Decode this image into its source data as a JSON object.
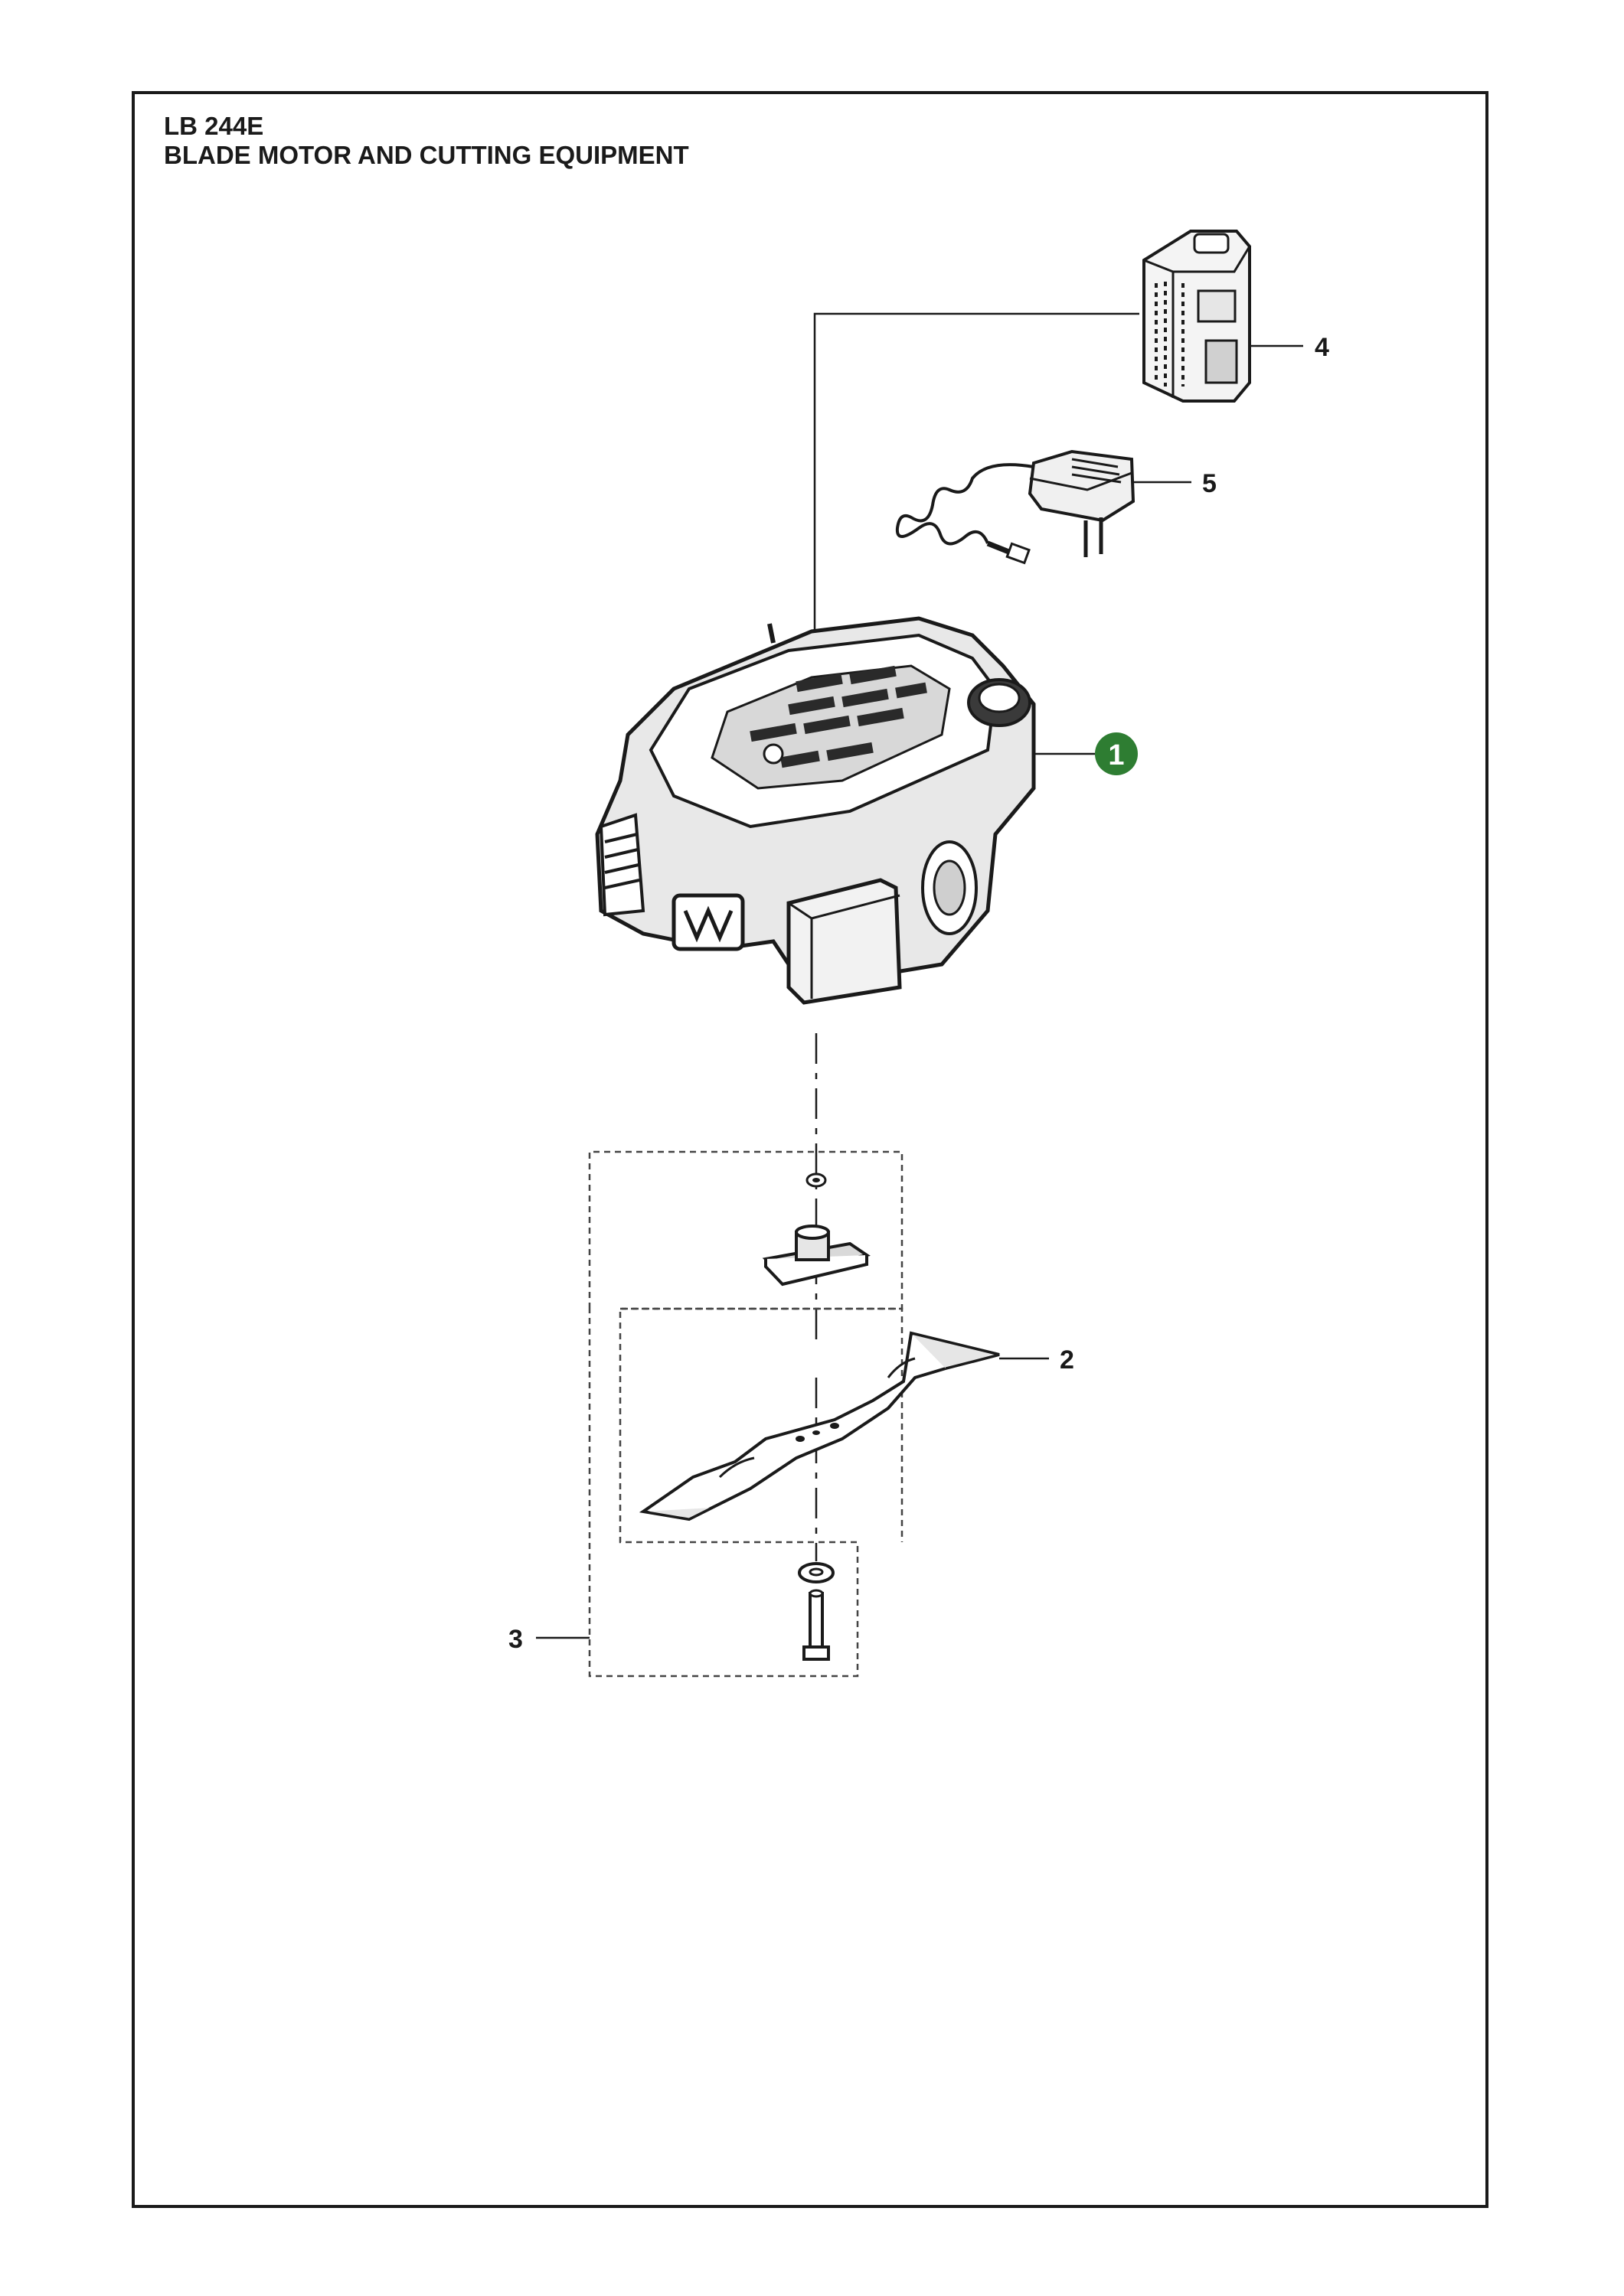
{
  "header": {
    "model": "LB 244E",
    "subtitle": "BLADE MOTOR AND CUTTING EQUIPMENT"
  },
  "callouts": [
    {
      "id": "1",
      "label": "1",
      "part": "blade motor",
      "highlighted": true
    },
    {
      "id": "2",
      "label": "2",
      "part": "cutting blade",
      "highlighted": false
    },
    {
      "id": "3",
      "label": "3",
      "part": "blade fastening kit",
      "highlighted": false
    },
    {
      "id": "4",
      "label": "4",
      "part": "battery",
      "highlighted": false
    },
    {
      "id": "5",
      "label": "5",
      "part": "charger",
      "highlighted": false
    }
  ],
  "colors": {
    "highlight": "#2e7d32",
    "line": "#1a1a1a"
  }
}
